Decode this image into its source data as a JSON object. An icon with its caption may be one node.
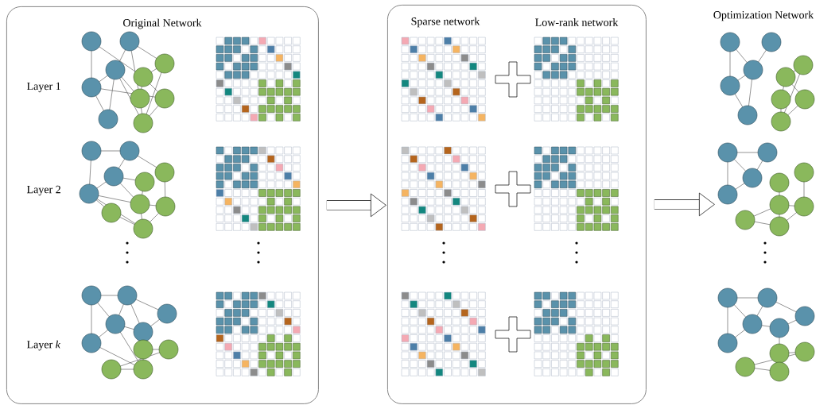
{
  "diagram": {
    "nodes": [
      {
        "text": [
          "Original Network"
        ]
      },
      {
        "text": [
          "Sparse network",
          "Low-rank network"
        ]
      },
      {
        "text": [
          "Optimization Network"
        ]
      }
    ],
    "edges": [
      {
        "from": 0,
        "to": 1,
        "arrow": "to"
      },
      {
        "from": 1,
        "to": 2,
        "arrow": "to"
      }
    ],
    "labels": [
      "Layer 1",
      "Layer 2",
      "Layer *k*"
    ]
  }
}
